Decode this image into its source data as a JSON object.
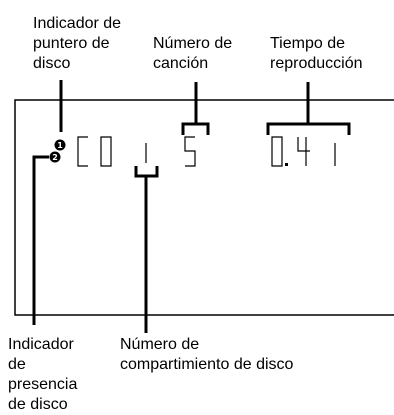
{
  "labels": {
    "disc_pointer_indicator": [
      "Indicador de",
      "puntero de",
      "disco"
    ],
    "track_number": [
      "Número de",
      "canción"
    ],
    "playing_time": [
      "Tiempo de",
      "reproducción"
    ],
    "disc_presence_indicator": [
      "Indicador",
      "de",
      "presencia",
      "de disco"
    ],
    "disc_compartment_number": [
      "Número de",
      "compartimiento de disco"
    ]
  },
  "display": {
    "badges": [
      "1",
      "2"
    ],
    "chars": [
      "C",
      "D",
      "1",
      "5",
      "0.",
      "4",
      "1"
    ]
  }
}
